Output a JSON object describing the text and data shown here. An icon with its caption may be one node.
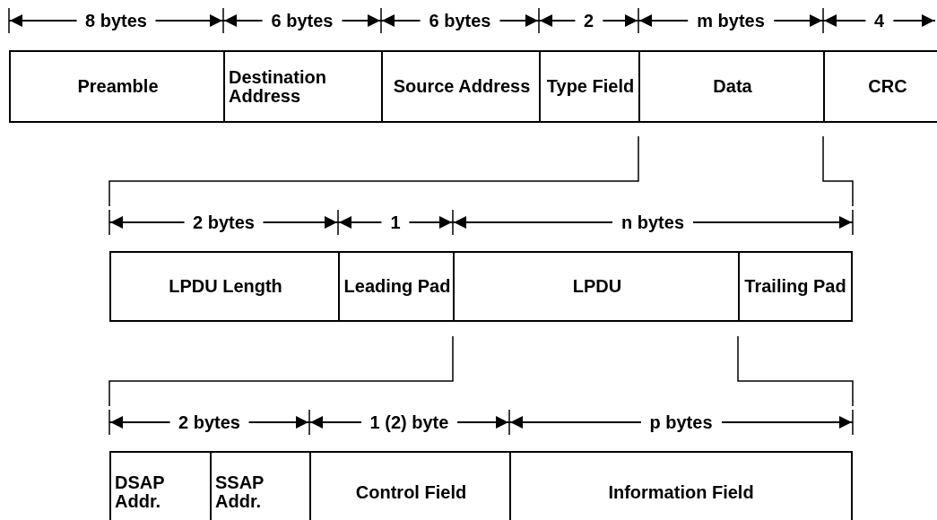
{
  "diagram": {
    "nodes": [
      {
        "text": [
          "Preamble"
        ]
      },
      {
        "text": [
          "Destination Address"
        ]
      },
      {
        "text": [
          "Source Address"
        ]
      },
      {
        "text": [
          "Type Field"
        ]
      },
      {
        "text": [
          "Data"
        ]
      },
      {
        "text": [
          "CRC"
        ]
      },
      {
        "text": [
          "LPDU Length"
        ]
      },
      {
        "text": [
          "Leading Pad"
        ]
      },
      {
        "text": [
          "LPDU"
        ]
      },
      {
        "text": [
          "Trailing Pad"
        ]
      },
      {
        "text": [
          "DSAP Addr."
        ]
      },
      {
        "text": [
          "SSAP Addr."
        ]
      },
      {
        "text": [
          "Control Field"
        ]
      },
      {
        "text": [
          "Information Field"
        ]
      }
    ],
    "labels": [
      "8 bytes",
      "6 bytes",
      "6 bytes",
      "2",
      "m bytes",
      "4",
      "2 bytes",
      "1",
      "n bytes",
      "2 bytes",
      "1 (2) byte",
      "p bytes"
    ]
  }
}
